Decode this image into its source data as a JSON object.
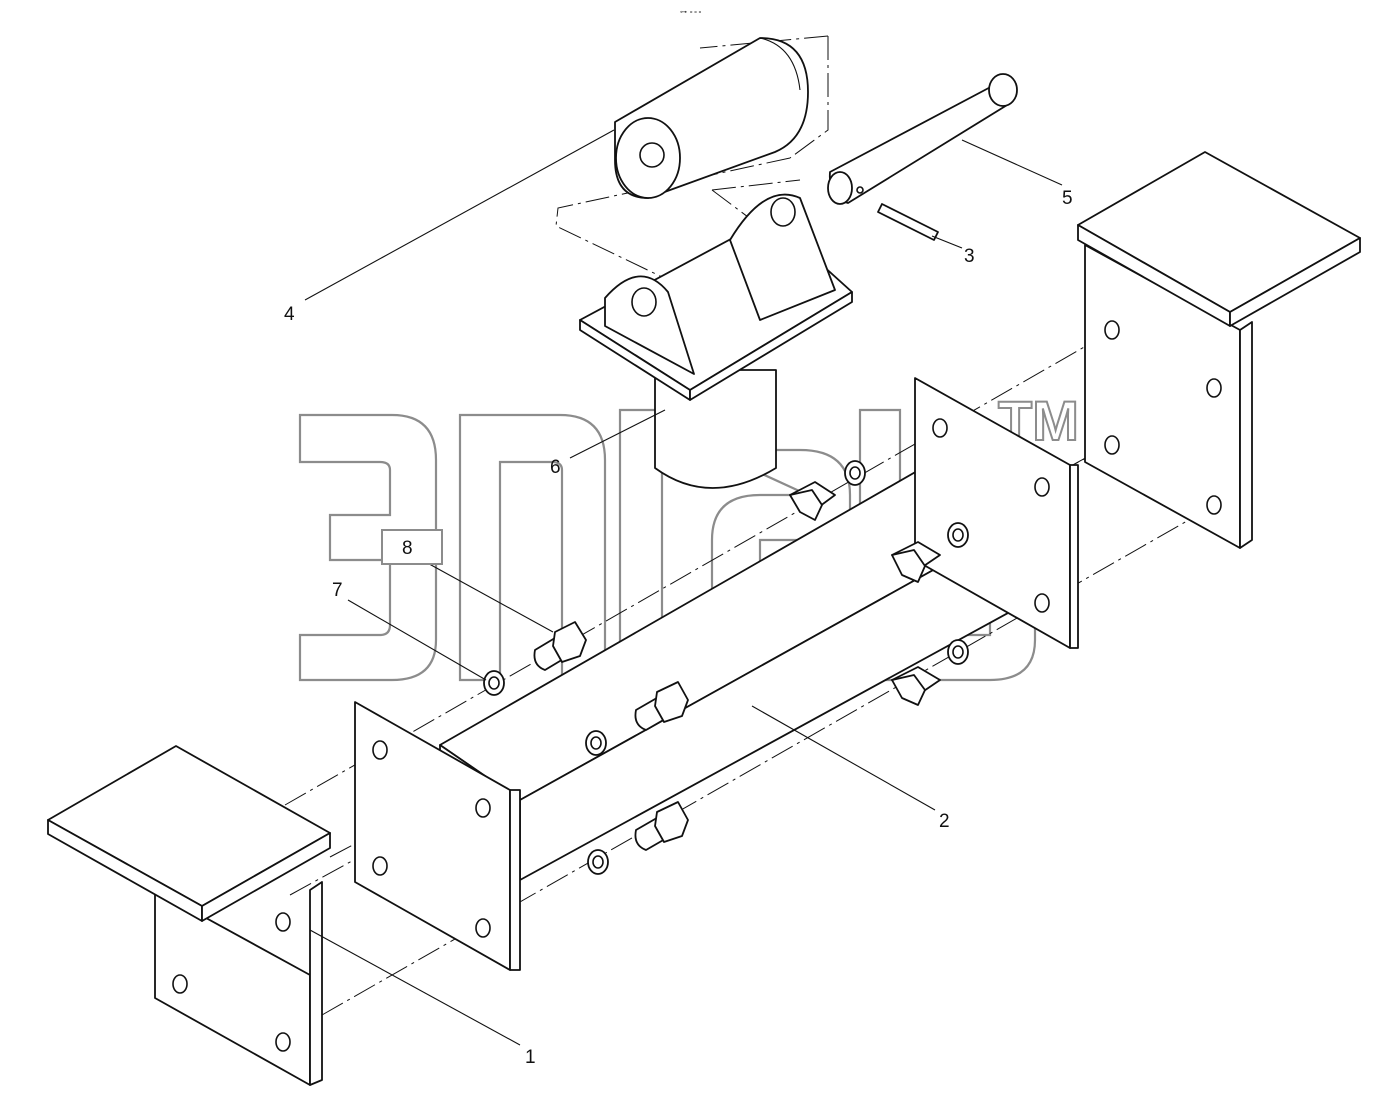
{
  "corner_mark": "⊶ ∘∘∘",
  "watermark": {
    "trademark": "TM"
  },
  "callouts": [
    {
      "id": "c1",
      "label": "1"
    },
    {
      "id": "c2",
      "label": "2"
    },
    {
      "id": "c3",
      "label": "3"
    },
    {
      "id": "c4",
      "label": "4"
    },
    {
      "id": "c5",
      "label": "5"
    },
    {
      "id": "c6",
      "label": "6"
    },
    {
      "id": "c7",
      "label": "7"
    },
    {
      "id": "c8",
      "label": "8"
    }
  ]
}
